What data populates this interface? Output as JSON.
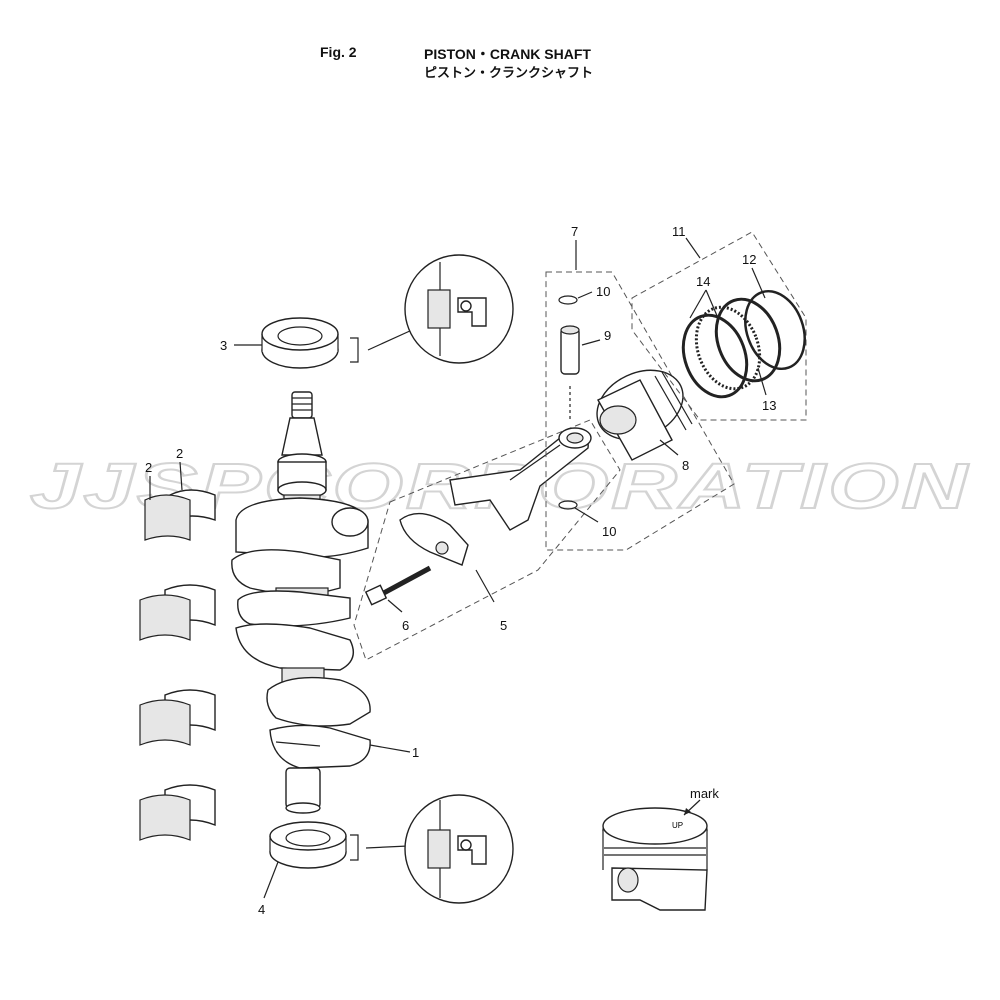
{
  "header": {
    "fig_label": "Fig. 2",
    "title_en": "PISTON・CRANK SHAFT",
    "title_jp": "ピストン・クランクシャフト"
  },
  "watermark": "JJSPCORPORATION",
  "callouts": {
    "c1": "1",
    "c2a": "2",
    "c2b": "2",
    "c3": "3",
    "c4": "4",
    "c5": "5",
    "c6": "6",
    "c7": "7",
    "c8": "8",
    "c9": "9",
    "c10a": "10",
    "c10b": "10",
    "c11": "11",
    "c12": "12",
    "c13": "13",
    "c14": "14"
  },
  "mark_label": "mark",
  "piston_stamp": "UP"
}
